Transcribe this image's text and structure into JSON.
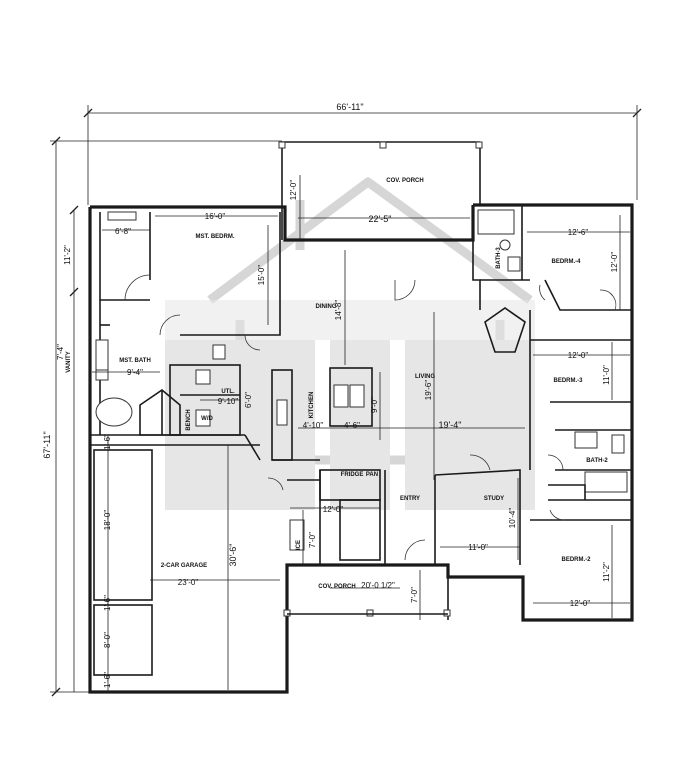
{
  "rooms": {
    "mst_bedrm": "MST. BEDRM.",
    "mst_bath": "MST. BATH",
    "utl": "UTL.",
    "bench": "BENCH",
    "wd": "W/D",
    "garage": "2-CAR GARAGE",
    "dining": "DINING",
    "kitchen": "KITCHEN",
    "living": "LIVING",
    "cov_porch_rear": "COV. PORCH",
    "cov_porch_front": "COV. PORCH",
    "bath3": "BATH-3",
    "bedrm4": "BEDRM.-4",
    "bedrm3": "BEDRM.-3",
    "bath2": "BATH-2",
    "bedrm2": "BEDRM.-2",
    "entry": "ENTRY",
    "study": "STUDY",
    "fridge": "FRIDGE",
    "pantry": "PAN",
    "ice": "ICE",
    "vanity": "VANITY"
  },
  "dims": {
    "overall_width": "66'-11\"",
    "overall_depth": "67'-11\"",
    "left_upper": "11'-2\"",
    "left_depth": "7'-4\"",
    "mst_closet": "6'-8\"",
    "mst_width": "16'-0\"",
    "mst_depth": "15'-0\"",
    "mst_bath": "9'-4\"",
    "utl": "9'-10\"",
    "utl_depth": "6'-0\"",
    "garage_width": "23'-0\"",
    "garage_depth": "30'-6\"",
    "garage_upper": "18'-0\"",
    "garage_lower": "8'-0\"",
    "garage_6a": "1'-6\"",
    "garage_6b": "1'-6\"",
    "garage_6c": "1'-6\"",
    "porch_depth": "12'-0\"",
    "porch_width": "22'-5\"",
    "dining": "14'-8\"",
    "kitchen_w": "4'-10\"",
    "kitchen_island": "4'-6\"",
    "kitchen_depth": "9'-0\"",
    "living_w": "19'-4\"",
    "living_d": "19'-6\"",
    "foyer_w": "12'-0\"",
    "foyer_d": "7'-0\"",
    "front_porch_w": "20'-0 1/2\"",
    "front_porch_d": "7'-0\"",
    "study_w": "11'-0\"",
    "study_d": "10'-4\"",
    "bed4_w": "12'-6\"",
    "bed4_d": "12'-0\"",
    "bed3_w": "12'-0\"",
    "bed3_d": "11'-0\"",
    "bed2_w": "12'-0\"",
    "bed2_d": "11'-2\""
  }
}
